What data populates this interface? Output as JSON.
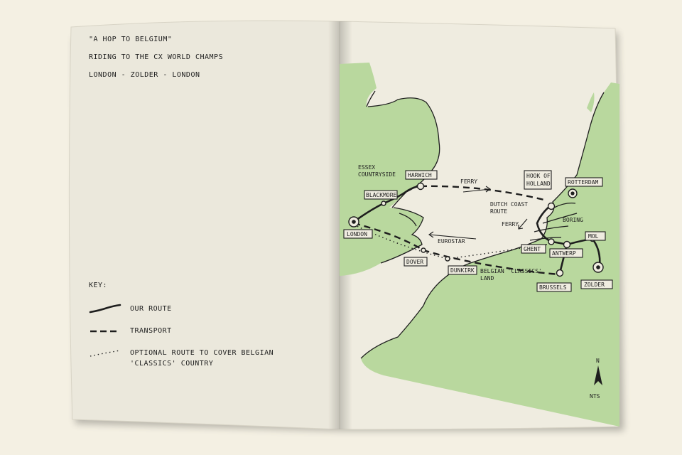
{
  "title": {
    "line1": "\"A HOP TO BELGIUM\"",
    "line2": "RIDING TO THE CX WORLD CHAMPS",
    "line3": "LONDON - ZOLDER - LONDON"
  },
  "key": {
    "heading": "KEY:",
    "items": [
      {
        "style": "solid",
        "label": "OUR ROUTE"
      },
      {
        "style": "dashed",
        "label": "TRANSPORT"
      },
      {
        "style": "dotted",
        "label": "OPTIONAL ROUTE TO COVER BELGIAN 'CLASSICS' COUNTRY"
      }
    ]
  },
  "map": {
    "places": {
      "london": "LONDON",
      "blackmore": "BLACKMORE",
      "harwich": "HARWICH",
      "dover": "DOVER",
      "dunkirk": "DUNKIRK",
      "hook": "HOOK OF HOLLAND",
      "rotterdam": "ROTTERDAM",
      "ghent": "GHENT",
      "antwerp": "ANTWERP",
      "mol": "MOL",
      "brussels": "BRUSSELS",
      "zolder": "ZOLDER"
    },
    "annotations": {
      "essex": "ESSEX COUNTRYSIDE",
      "ferry_top": "FERRY",
      "ferry_small": "FERRY",
      "eurostar": "EUROSTAR",
      "dutch_coast": "DUTCH COAST ROUTE",
      "boring": "BORING",
      "classics": "BELGIAN 'CLASSICS' LAND"
    },
    "north": "N",
    "scale": "NTS",
    "colors": {
      "land": "#b9d89e",
      "paper": "#ece9dc",
      "ink": "#1e1e1e"
    }
  }
}
